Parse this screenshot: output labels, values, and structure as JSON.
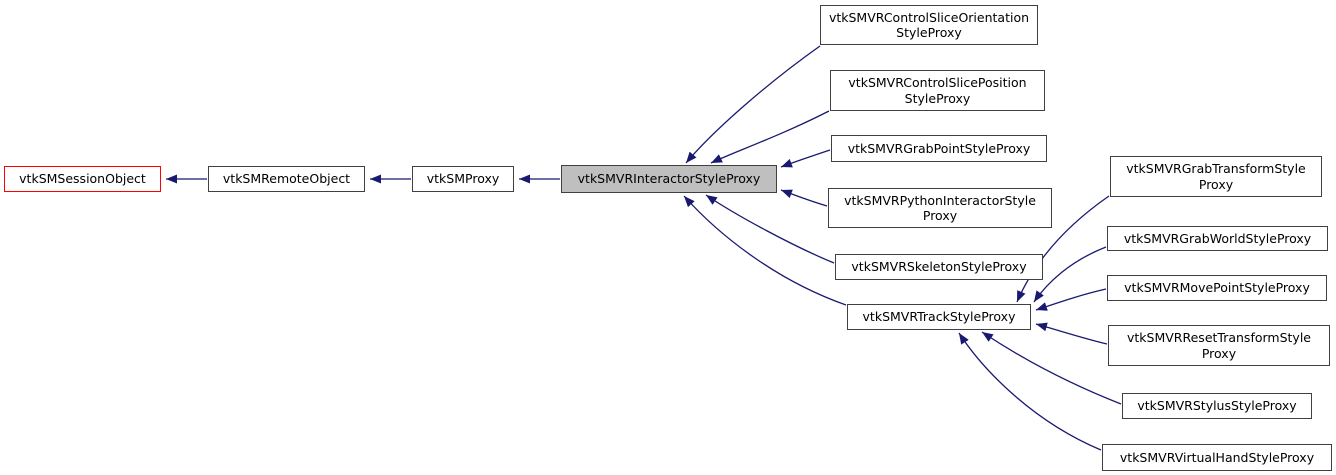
{
  "diagram": {
    "kind": "doxygen-inheritance-graph",
    "colors": {
      "edge": "#191970",
      "node_border": "#404040",
      "root_node_border": "#ff0000",
      "current_node_fill": "#bfbfbf",
      "node_fill": "#ffffff",
      "text": "#000000",
      "background": "#ffffff"
    },
    "nodes": {
      "session": {
        "label": "vtkSMSessionObject"
      },
      "remote": {
        "label": "vtkSMRemoteObject"
      },
      "proxy": {
        "label": "vtkSMProxy"
      },
      "interactor": {
        "label": "vtkSMVRInteractorStyleProxy"
      },
      "ctrl_orientation": {
        "label": "vtkSMVRControlSliceOrientation\nStyleProxy"
      },
      "ctrl_position": {
        "label": "vtkSMVRControlSlicePosition\nStyleProxy"
      },
      "grab_point": {
        "label": "vtkSMVRGrabPointStyleProxy"
      },
      "python": {
        "label": "vtkSMVRPythonInteractorStyle\nProxy"
      },
      "skeleton": {
        "label": "vtkSMVRSkeletonStyleProxy"
      },
      "track": {
        "label": "vtkSMVRTrackStyleProxy"
      },
      "grab_transform": {
        "label": "vtkSMVRGrabTransformStyle\nProxy"
      },
      "grab_world": {
        "label": "vtkSMVRGrabWorldStyleProxy"
      },
      "move_point": {
        "label": "vtkSMVRMovePointStyleProxy"
      },
      "reset_transform": {
        "label": "vtkSMVRResetTransformStyle\nProxy"
      },
      "stylus": {
        "label": "vtkSMVRStylusStyleProxy"
      },
      "virtual_hand": {
        "label": "vtkSMVRVirtualHandStyleProxy"
      }
    },
    "edges": [
      {
        "from": "vtkSMRemoteObject",
        "to": "vtkSMSessionObject"
      },
      {
        "from": "vtkSMProxy",
        "to": "vtkSMRemoteObject"
      },
      {
        "from": "vtkSMVRInteractorStyleProxy",
        "to": "vtkSMProxy"
      },
      {
        "from": "vtkSMVRControlSliceOrientationStyleProxy",
        "to": "vtkSMVRInteractorStyleProxy"
      },
      {
        "from": "vtkSMVRControlSlicePositionStyleProxy",
        "to": "vtkSMVRInteractorStyleProxy"
      },
      {
        "from": "vtkSMVRGrabPointStyleProxy",
        "to": "vtkSMVRInteractorStyleProxy"
      },
      {
        "from": "vtkSMVRPythonInteractorStyleProxy",
        "to": "vtkSMVRInteractorStyleProxy"
      },
      {
        "from": "vtkSMVRSkeletonStyleProxy",
        "to": "vtkSMVRInteractorStyleProxy"
      },
      {
        "from": "vtkSMVRTrackStyleProxy",
        "to": "vtkSMVRInteractorStyleProxy"
      },
      {
        "from": "vtkSMVRGrabTransformStyleProxy",
        "to": "vtkSMVRTrackStyleProxy"
      },
      {
        "from": "vtkSMVRGrabWorldStyleProxy",
        "to": "vtkSMVRTrackStyleProxy"
      },
      {
        "from": "vtkSMVRMovePointStyleProxy",
        "to": "vtkSMVRTrackStyleProxy"
      },
      {
        "from": "vtkSMVRResetTransformStyleProxy",
        "to": "vtkSMVRTrackStyleProxy"
      },
      {
        "from": "vtkSMVRStylusStyleProxy",
        "to": "vtkSMVRTrackStyleProxy"
      },
      {
        "from": "vtkSMVRVirtualHandStyleProxy",
        "to": "vtkSMVRTrackStyleProxy"
      }
    ]
  }
}
